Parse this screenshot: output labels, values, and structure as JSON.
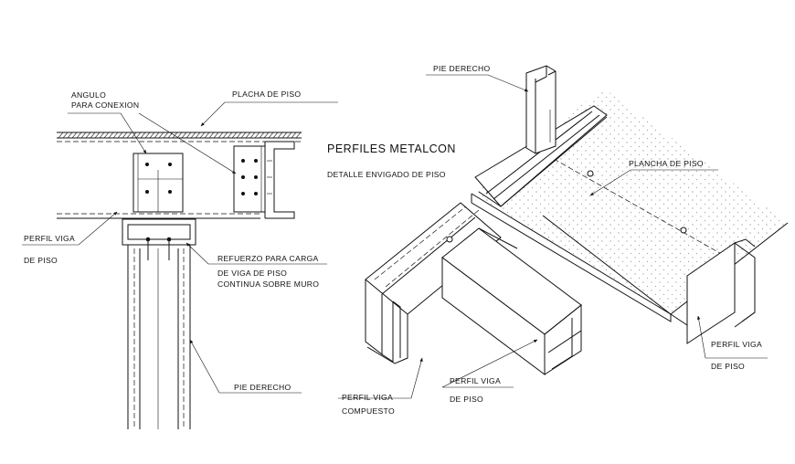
{
  "title": "PERFILES METALCON",
  "subtitle": "DETALLE ENVIGADO DE PISO",
  "labels": {
    "angulo_1": "ANGULO",
    "angulo_2": "PARA CONEXION",
    "placha": "PLACHA DE PISO",
    "perfil_viga_left_1": "PERFIL VIGA",
    "perfil_viga_left_2": "DE PISO",
    "refuerzo_1": "REFUERZO PARA CARGA",
    "refuerzo_2": "DE VIGA DE PISO",
    "refuerzo_3": "CONTINUA SOBRE MURO",
    "pie_derecho_left": "PIE DERECHO",
    "pie_derecho_right": "PIE DERECHO",
    "plancha": "PLANCHA DE PISO",
    "perfil_viga_right_1": "PERFIL VIGA",
    "perfil_viga_right_2": "DE PISO",
    "perfil_viga_mid_1": "PERFIL VIGA",
    "perfil_viga_mid_2": "DE PISO",
    "perfil_compuesto_1": "PERFIL VIGA",
    "perfil_compuesto_2": "COMPUESTO"
  }
}
